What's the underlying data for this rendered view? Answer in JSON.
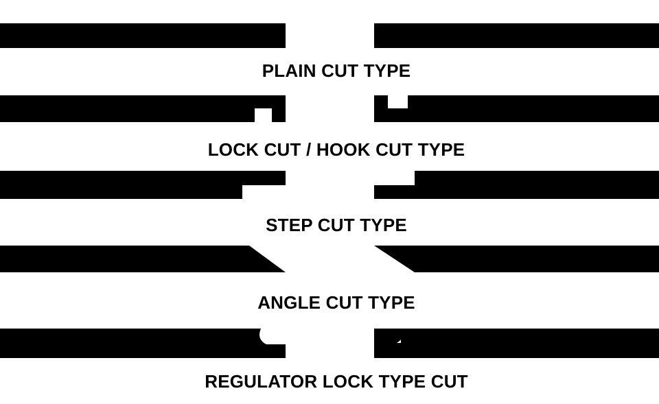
{
  "colors": {
    "ring": "#000000",
    "background": "#ffffff",
    "text": "#000000"
  },
  "cut_types": [
    {
      "label": "PLAIN CUT TYPE"
    },
    {
      "label": "LOCK CUT / HOOK CUT TYPE"
    },
    {
      "label": "STEP CUT TYPE"
    },
    {
      "label": "ANGLE CUT TYPE"
    },
    {
      "label": "REGULATOR LOCK TYPE CUT"
    }
  ]
}
